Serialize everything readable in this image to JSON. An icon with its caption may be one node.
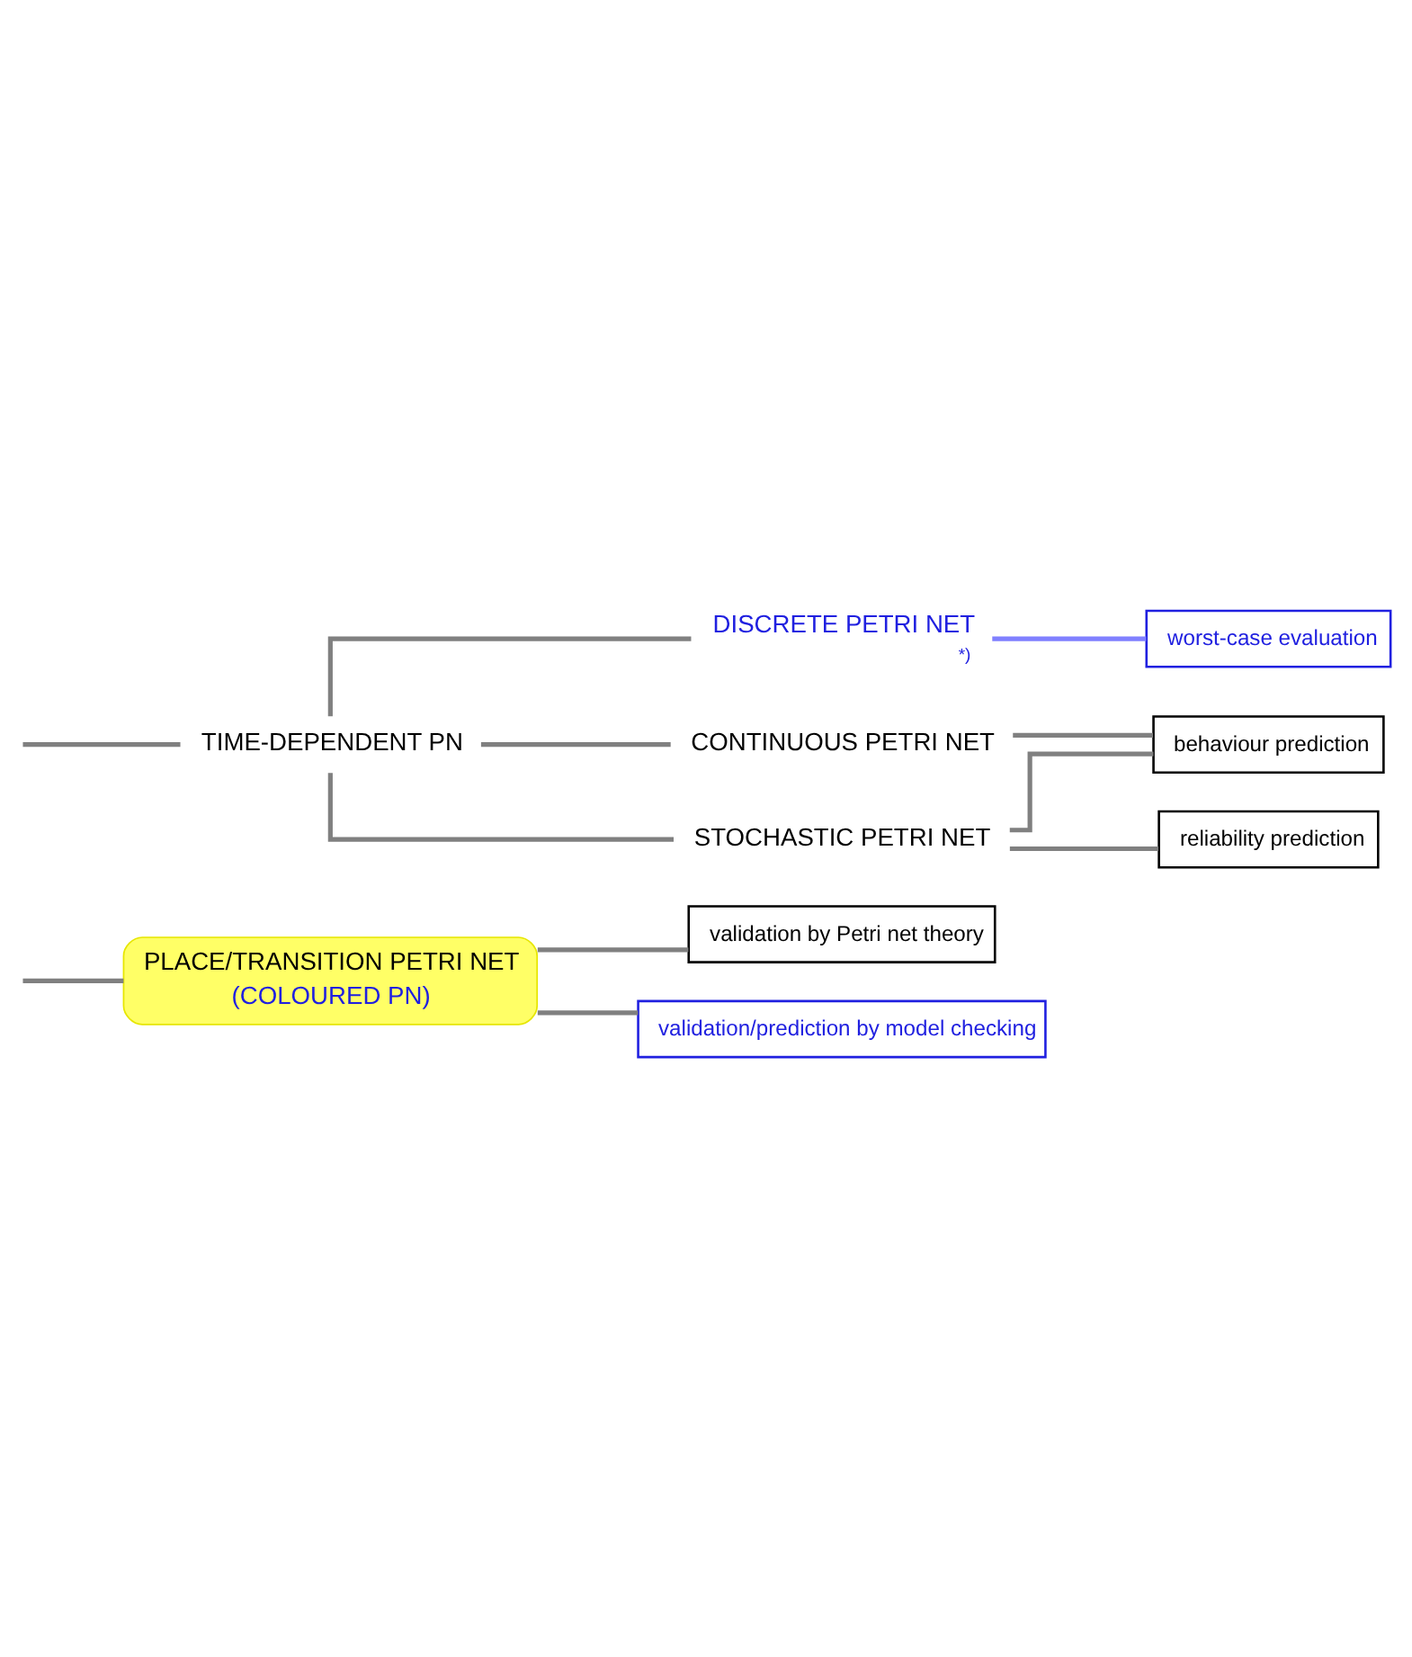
{
  "diagram": {
    "nodes": [
      {
        "text": [
          "PLACE/TRANSITION PETRI NET",
          "(COLOURED PN)"
        ]
      },
      {
        "text": [
          "validation by Petri net theory"
        ]
      },
      {
        "text": [
          "validation/prediction by model checking"
        ]
      },
      {
        "text": [
          "TIME-DEPENDENT PN"
        ]
      },
      {
        "text": [
          "DISCRETE PETRI NET"
        ],
        "beside": [
          "*)"
        ]
      },
      {
        "text": [
          "worst-case evaluation"
        ]
      },
      {
        "text": [
          "CONTINUOUS PETRI NET"
        ]
      },
      {
        "text": [
          "behaviour prediction"
        ]
      },
      {
        "text": [
          "STOCHASTIC PETRI NET"
        ]
      },
      {
        "text": [
          "reliability prediction"
        ]
      }
    ],
    "edges": [
      {
        "from": null,
        "to": 0,
        "arrow": "none"
      },
      {
        "from": null,
        "to": 3,
        "arrow": "none"
      },
      {
        "from": 0,
        "to": 1,
        "arrow": "none"
      },
      {
        "from": 0,
        "to": 2,
        "arrow": "none"
      },
      {
        "from": 3,
        "to": 4,
        "arrow": "none"
      },
      {
        "from": 3,
        "to": 6,
        "arrow": "none"
      },
      {
        "from": 3,
        "to": 8,
        "arrow": "none"
      },
      {
        "from": 4,
        "to": 5,
        "arrow": "none",
        "color": "#8080ff"
      },
      {
        "from": 6,
        "to": 7,
        "arrow": "none"
      },
      {
        "from": 8,
        "to": 7,
        "arrow": "none"
      },
      {
        "from": 8,
        "to": 9,
        "arrow": "none"
      }
    ]
  }
}
